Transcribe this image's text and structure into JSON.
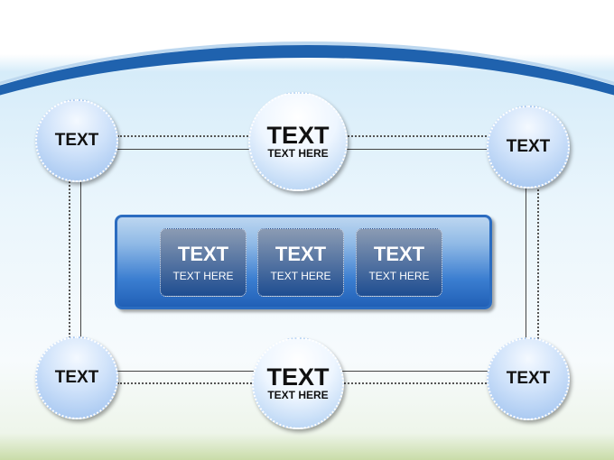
{
  "top_nodes": [
    {
      "title": "TEXT"
    },
    {
      "title": "TEXT",
      "subtitle": "TEXT HERE"
    },
    {
      "title": "TEXT"
    }
  ],
  "bottom_nodes": [
    {
      "title": "TEXT"
    },
    {
      "title": "TEXT",
      "subtitle": "TEXT HERE"
    },
    {
      "title": "TEXT"
    }
  ],
  "panel": {
    "boxes": [
      {
        "title": "TEXT",
        "subtitle": "TEXT HERE"
      },
      {
        "title": "TEXT",
        "subtitle": "TEXT HERE"
      },
      {
        "title": "TEXT",
        "subtitle": "TEXT HERE"
      }
    ]
  },
  "colors": {
    "accent": "#1f62ae",
    "panel": "#2b6cc0"
  }
}
